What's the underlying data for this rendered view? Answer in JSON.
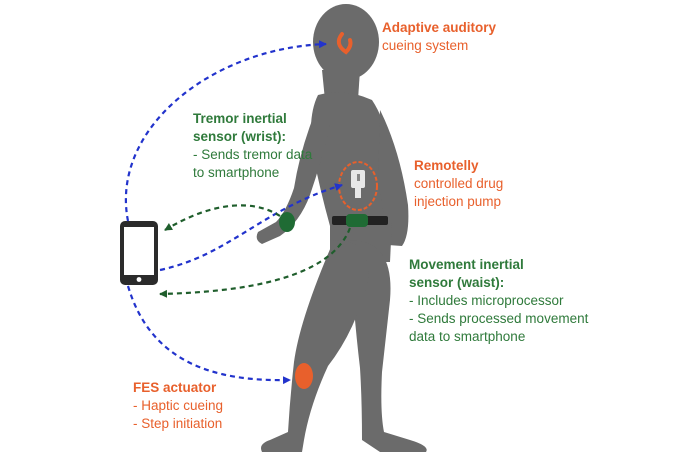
{
  "colors": {
    "orange": "#e8602c",
    "green": "#2f7a3b",
    "blue": "#2233cc",
    "dark_green": "#1f5e2c",
    "body": "#6b6b6b"
  },
  "labels": {
    "auditory": {
      "title": "Adaptive auditory",
      "line2": "cueing system"
    },
    "tremor": {
      "title1": "Tremor inertial",
      "title2": "sensor (wrist):",
      "line1": "- Sends tremor data",
      "line2": "to smartphone"
    },
    "pump": {
      "title": "Remotelly",
      "line1": "controlled drug",
      "line2": "injection pump"
    },
    "movement": {
      "title1": "Movement inertial",
      "title2": "sensor (waist):",
      "line1": "- Includes microprocessor",
      "line2": "- Sends processed movement",
      "line3": "data to smartphone"
    },
    "fes": {
      "title": "FES actuator",
      "line1": "- Haptic cueing",
      "line2": "- Step initiation"
    }
  },
  "icons": [
    "smartphone-icon",
    "human-figure",
    "drug-pump-icon",
    "wrist-sensor-icon",
    "waist-sensor-icon",
    "fes-actuator-icon",
    "auditory-icon"
  ]
}
